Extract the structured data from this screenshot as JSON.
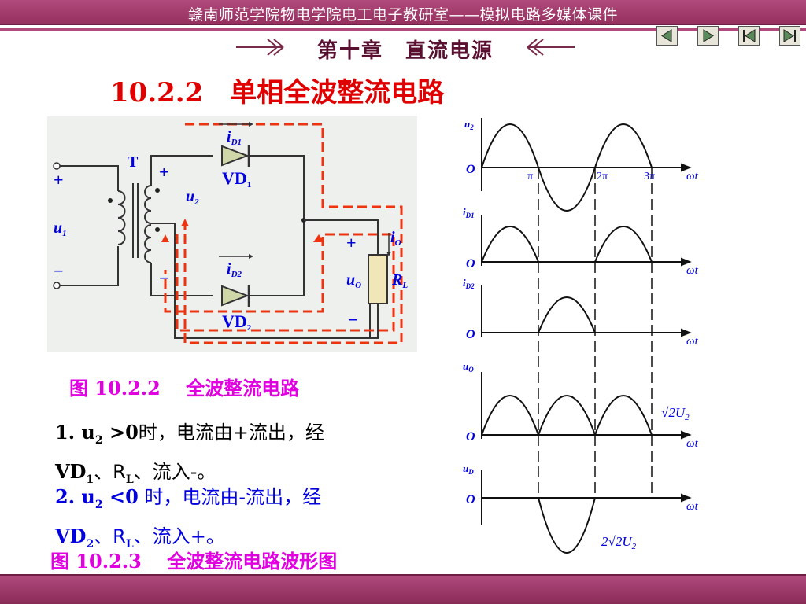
{
  "header": {
    "title": "赣南师范学院物电学院电工电子教研室——模拟电路多媒体课件",
    "chapter": "第十章　直流电源"
  },
  "nav": [
    "prev",
    "next",
    "first",
    "last"
  ],
  "section_title": "10.2.2　单相全波整流电路",
  "circuit": {
    "T": "T",
    "u1": "u",
    "u1_sub": "1",
    "u2": "u",
    "u2_sub": "2",
    "iD1": "i",
    "iD1_sub": "D1",
    "iD2": "i",
    "iD2_sub": "D2",
    "VD1": "VD",
    "VD1_sub": "1",
    "VD2": "VD",
    "VD2_sub": "2",
    "io": "i",
    "io_sub": "O",
    "uo": "u",
    "uo_sub": "O",
    "RL": "R",
    "RL_sub": "L",
    "plus": "+",
    "minus": "−"
  },
  "figure1_caption": {
    "num": "图 10.2.2",
    "text": "全波整流电路"
  },
  "point1": {
    "a": "1. u",
    "a_sub": "2",
    "b": " >0",
    "c": "时，电流由+流出，经",
    "d": "VD",
    "d_sub": "1",
    "e": "、R",
    "e_sub": "L",
    "f": "、流入-。"
  },
  "point2": {
    "a": "2. u",
    "a_sub": "2",
    "b": " <0",
    "c": " 时，电流由-流出，经",
    "d": "VD",
    "d_sub": "2",
    "e": "、R",
    "e_sub": "L",
    "f": "、流入+。"
  },
  "figure2_caption": {
    "num": "图 10.2.3",
    "text": "全波整流电路波形图"
  },
  "waveforms": {
    "labels": [
      "u2",
      "iD1",
      "iD2",
      "uO",
      "uD"
    ],
    "O": "O",
    "wt": "ωt",
    "pi": "π",
    "two_pi": "2π",
    "three_pi": "3π",
    "uo_amp": "√2U",
    "uo_amp_sub": "2",
    "ud_amp": "2√2U",
    "ud_amp_sub": "2"
  },
  "colors": {
    "bar": "#9e3a6a",
    "red": "#e00000",
    "magenta": "#e000e0",
    "blue": "#0000e0",
    "dash": "#ee3311"
  }
}
